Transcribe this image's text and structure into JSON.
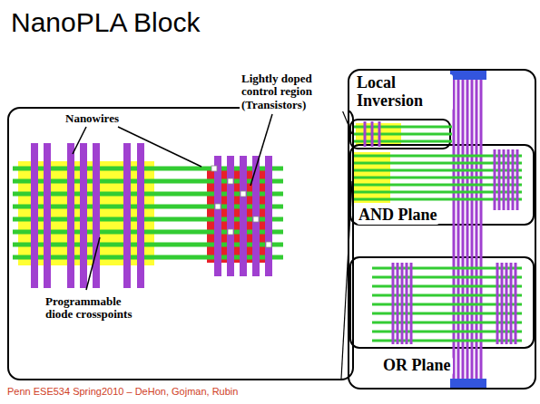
{
  "diagram": {
    "title": "NanoPLA Block",
    "nodes": [
      {
        "text": [
          "Nanowires",
          "Lightly doped control region (Transistors)",
          "Programmable diode crosspoints"
        ]
      },
      {
        "text": [
          "Local Inversion",
          "AND Plane",
          "OR Plane"
        ]
      }
    ],
    "labels": [
      "Penn ESE534 Spring2010 – DeHon, Gojman, Rubin"
    ]
  }
}
